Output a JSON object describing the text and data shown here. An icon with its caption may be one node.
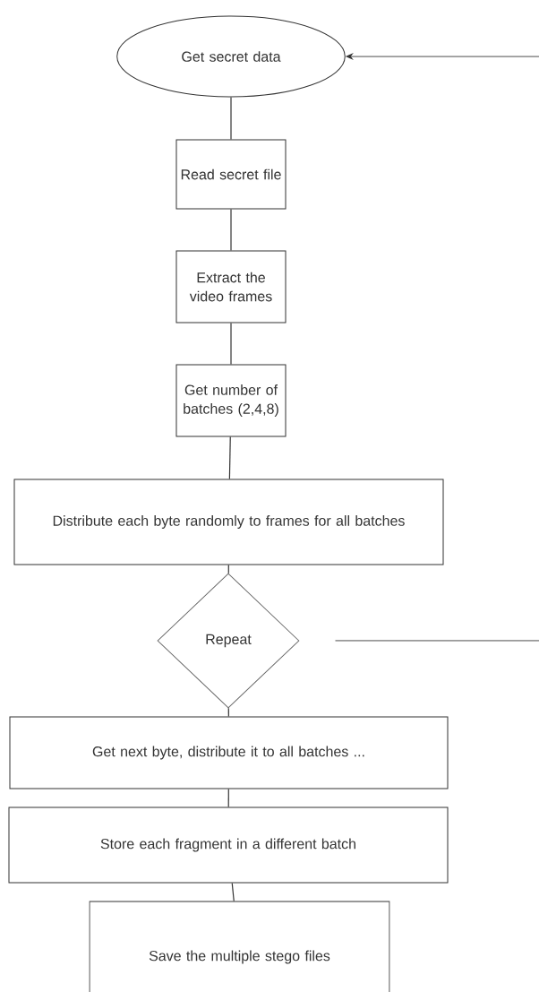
{
  "diagram": {
    "nodes": [
      {
        "text": [
          "Get secret data"
        ]
      },
      {
        "text": [
          "Read secret file"
        ]
      },
      {
        "text": [
          "Extract the video frames"
        ]
      },
      {
        "text": [
          "Get number of batches (2,4,8)"
        ]
      },
      {
        "text": [
          "Distribute each byte randomly to frames for all batches"
        ]
      },
      {
        "text": [
          "Repeat"
        ]
      },
      {
        "text": [
          "Get next byte, distribute it to all batches ..."
        ]
      },
      {
        "text": [
          "Store each fragment in a different batch"
        ]
      },
      {
        "text": [
          "Save the multiple stego files"
        ]
      }
    ],
    "edges": [
      {
        "from": null,
        "to": 0,
        "arrow": "to"
      },
      {
        "from": 0,
        "to": 1,
        "arrow": "none"
      },
      {
        "from": 1,
        "to": 2,
        "arrow": "none"
      },
      {
        "from": 2,
        "to": 3,
        "arrow": "none"
      },
      {
        "from": 3,
        "to": 4,
        "arrow": "none"
      },
      {
        "from": 4,
        "to": 5,
        "arrow": "none"
      },
      {
        "from": 5,
        "to": 6,
        "arrow": "none"
      },
      {
        "from": 6,
        "to": 7,
        "arrow": "none"
      },
      {
        "from": 7,
        "to": 8,
        "arrow": "none"
      },
      {
        "from": 5,
        "to": null,
        "arrow": "none"
      }
    ]
  }
}
